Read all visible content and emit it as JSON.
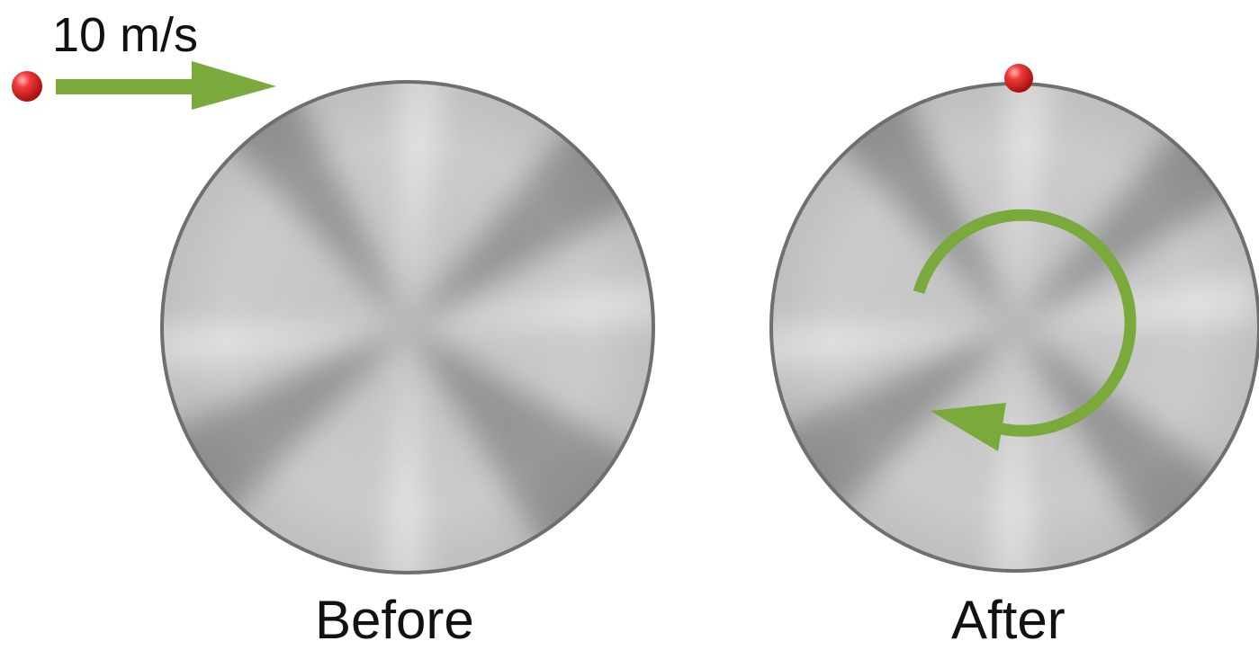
{
  "velocity_label": "10 m/s",
  "panels": [
    {
      "caption": "Before"
    },
    {
      "caption": "After"
    }
  ],
  "colors": {
    "arrow": "#7aa93c",
    "particle": "#e02020",
    "disk_fill": "#c9c9c9",
    "disk_dark": "#8c8c8c",
    "disk_edge": "#6f6f6f",
    "text": "#111111"
  },
  "icons": {
    "particle": "red-ball-icon",
    "velocity_arrow": "right-arrow-icon",
    "rotation_arrow": "clockwise-arrow-icon"
  }
}
